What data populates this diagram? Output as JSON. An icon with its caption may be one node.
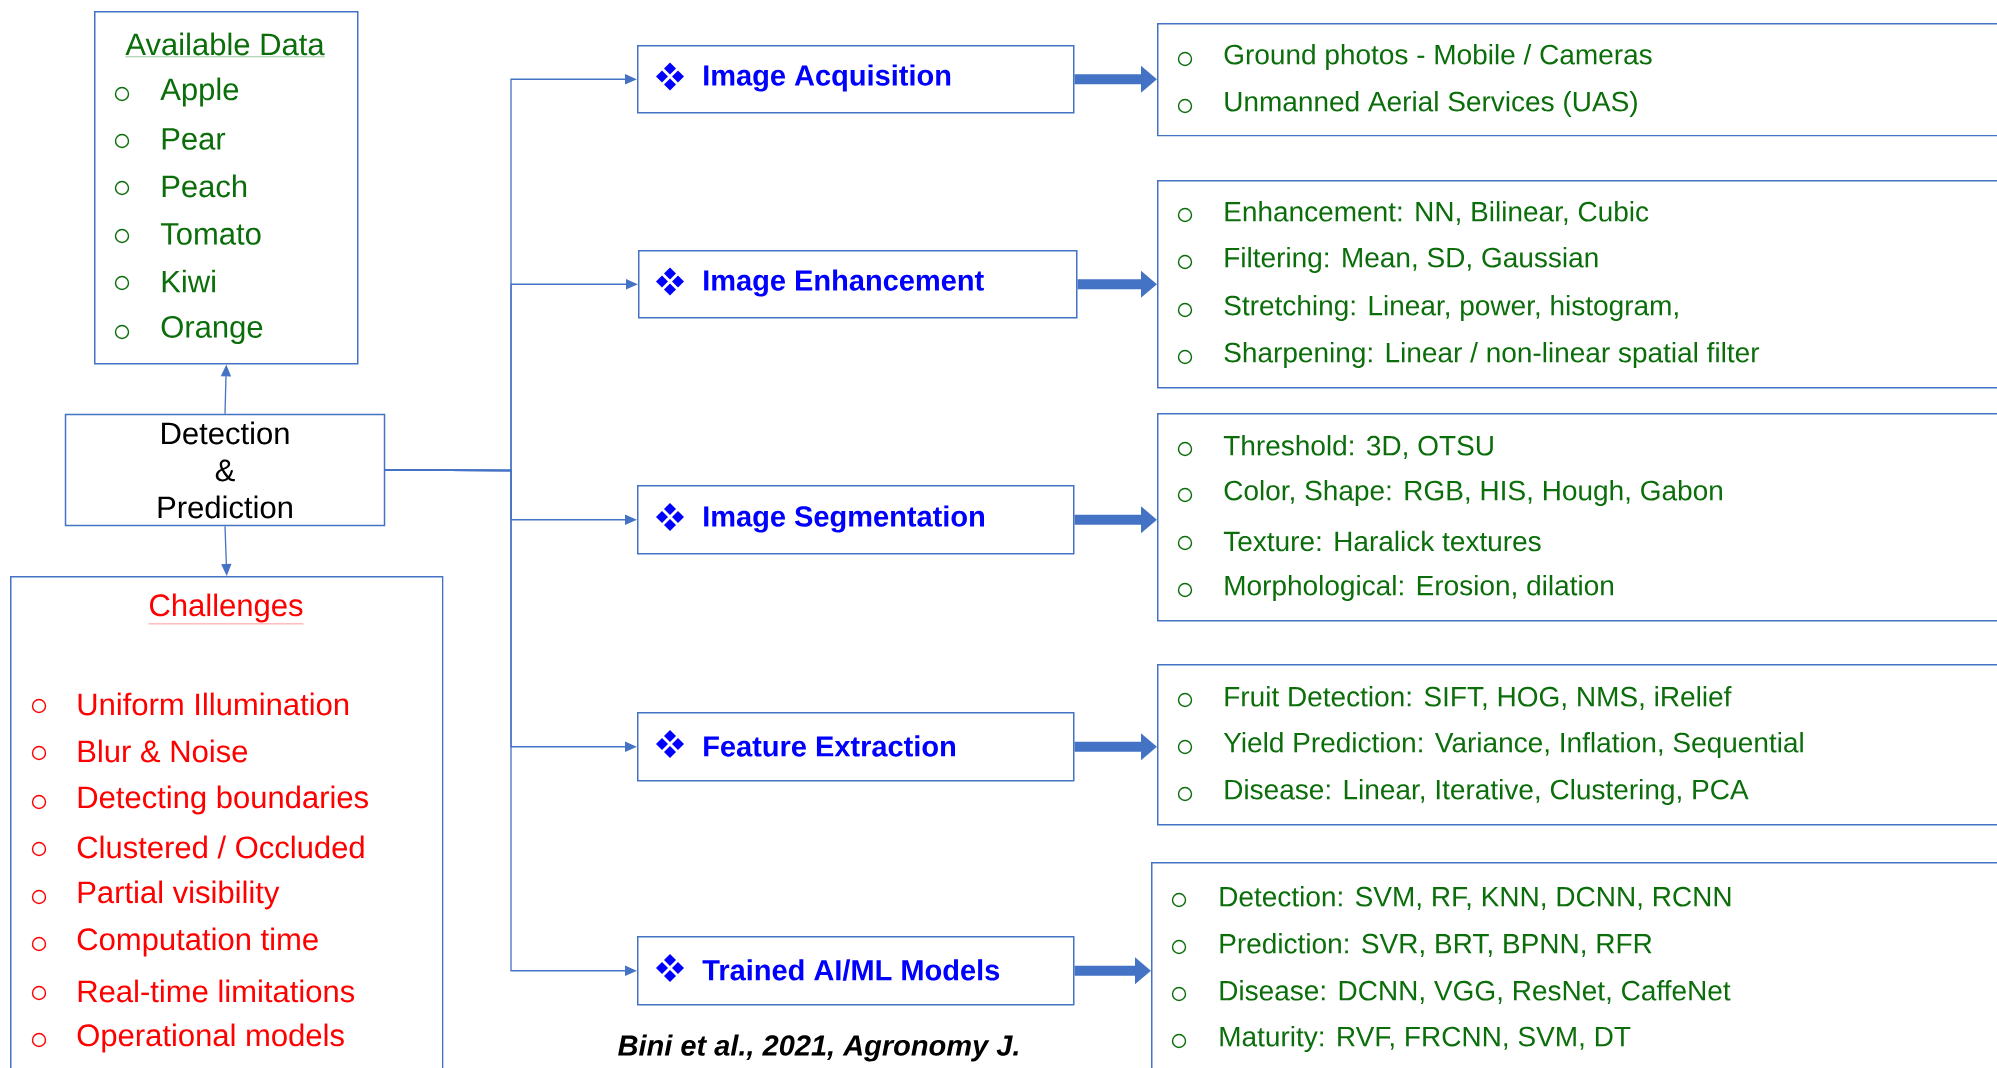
{
  "diagram": {
    "caption": "Bini et al., 2021, Agronomy J.",
    "nodes": [
      {
        "text": [
          "Available Data",
          "Apple",
          "Pear",
          "Peach",
          "Tomato",
          "Kiwi",
          "Orange"
        ]
      },
      {
        "text": [
          "Detection & Prediction"
        ]
      },
      {
        "text": [
          "Challenges",
          "Uniform Illumination",
          "Blur & Noise",
          "Detecting boundaries",
          "Clustered / Occluded",
          "Partial visibility",
          "Computation time",
          "Real-time limitations",
          "Operational models"
        ]
      },
      {
        "text": [
          "Image Acquisition"
        ]
      },
      {
        "text": [
          "Image Enhancement"
        ]
      },
      {
        "text": [
          "Image Segmentation"
        ]
      },
      {
        "text": [
          "Feature Extraction"
        ]
      },
      {
        "text": [
          "Trained AI/ML Models"
        ]
      },
      {
        "text": [
          "Ground photos - Mobile / Cameras",
          "Unmanned Aerial Services (UAS)"
        ]
      },
      {
        "text": [
          "Enhancement: NN, Bilinear, Cubic",
          "Filtering: Mean, SD, Gaussian",
          "Stretching: Linear, power, histogram,",
          "Sharpening: Linear / non-linear spatial filter"
        ]
      },
      {
        "text": [
          "Threshold: 3D, OTSU",
          "Color, Shape: RGB, HIS, Hough, Gabon",
          "Texture: Haralick textures",
          "Morphological: Erosion, dilation"
        ]
      },
      {
        "text": [
          "Fruit Detection: SIFT, HOG, NMS, iRelief",
          "Yield Prediction: Variance, Inflation, Sequential",
          "Disease: Linear, Iterative, Clustering, PCA"
        ]
      },
      {
        "text": [
          "Detection: SVM, RF, KNN, DCNN, RCNN",
          "Prediction: SVR, BRT, BPNN, RFR",
          "Disease: DCNN, VGG, ResNet, CaffeNet",
          "Maturity: RVF, FRCNN, SVM, DT"
        ]
      }
    ],
    "edges": [
      {
        "from": 1,
        "to": 0,
        "arrow": "to"
      },
      {
        "from": 1,
        "to": 2,
        "arrow": "to"
      },
      {
        "from": 1,
        "to": 3,
        "arrow": "to"
      },
      {
        "from": 1,
        "to": 4,
        "arrow": "to"
      },
      {
        "from": 1,
        "to": 5,
        "arrow": "to"
      },
      {
        "from": 1,
        "to": 6,
        "arrow": "to"
      },
      {
        "from": 1,
        "to": 7,
        "arrow": "to"
      },
      {
        "from": 3,
        "to": 8,
        "arrow": "to",
        "style": "thick"
      },
      {
        "from": 4,
        "to": 9,
        "arrow": "to",
        "style": "thick"
      },
      {
        "from": 5,
        "to": 10,
        "arrow": "to",
        "style": "thick"
      },
      {
        "from": 6,
        "to": 11,
        "arrow": "to",
        "style": "thick"
      },
      {
        "from": 7,
        "to": 12,
        "arrow": "to",
        "style": "thick"
      }
    ]
  }
}
